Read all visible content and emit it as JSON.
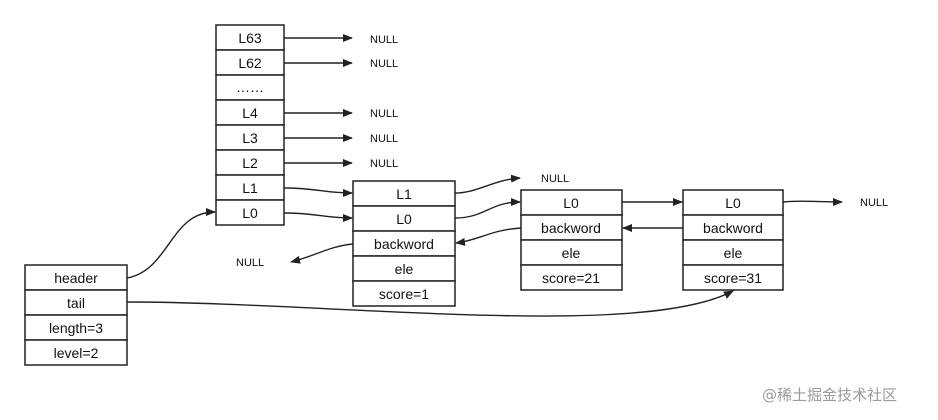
{
  "header_node": {
    "cells": [
      "header",
      "tail",
      "length=3",
      "level=2"
    ]
  },
  "head_levels": {
    "cells": [
      "L63",
      "L62",
      "……",
      "L4",
      "L3",
      "L2",
      "L1",
      "L0"
    ]
  },
  "node1": {
    "cells": [
      "L1",
      "L0",
      "backword",
      "ele",
      "score=1"
    ]
  },
  "node2": {
    "cells": [
      "L0",
      "backword",
      "ele",
      "score=21"
    ]
  },
  "node3": {
    "cells": [
      "L0",
      "backword",
      "ele",
      "score=31"
    ]
  },
  "null_label": "NULL",
  "watermark": "@稀土掘金技术社区"
}
